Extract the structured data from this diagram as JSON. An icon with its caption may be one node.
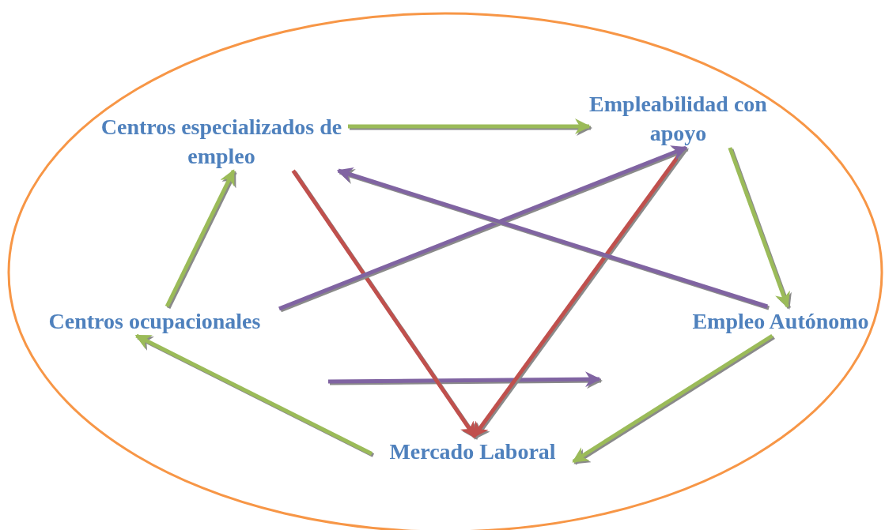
{
  "diagram": {
    "nodes": [
      {
        "text": [
          "Centros especializados de empleo"
        ]
      },
      {
        "text": [
          "Empleabilidad con apoyo"
        ]
      },
      {
        "text": [
          "Centros ocupacionales"
        ]
      },
      {
        "text": [
          "Empleo Autónomo"
        ]
      },
      {
        "text": [
          "Mercado Laboral"
        ]
      }
    ],
    "edges": [
      {
        "from": 0,
        "to": 1,
        "arrow": "to"
      },
      {
        "from": 1,
        "to": 3,
        "arrow": "to"
      },
      {
        "from": 3,
        "to": 4,
        "arrow": "to"
      },
      {
        "from": 4,
        "to": 2,
        "arrow": "to"
      },
      {
        "from": 2,
        "to": 0,
        "arrow": "to"
      },
      {
        "from": 0,
        "to": 4,
        "arrow": "to",
        "color": "#c0504d"
      },
      {
        "from": 1,
        "to": 4,
        "arrow": "to",
        "color": "#c0504d"
      },
      {
        "from": 2,
        "to": 1,
        "arrow": "to",
        "color": "#8064a2"
      },
      {
        "from": 3,
        "to": 0,
        "arrow": "to",
        "color": "#8064a2"
      }
    ]
  }
}
